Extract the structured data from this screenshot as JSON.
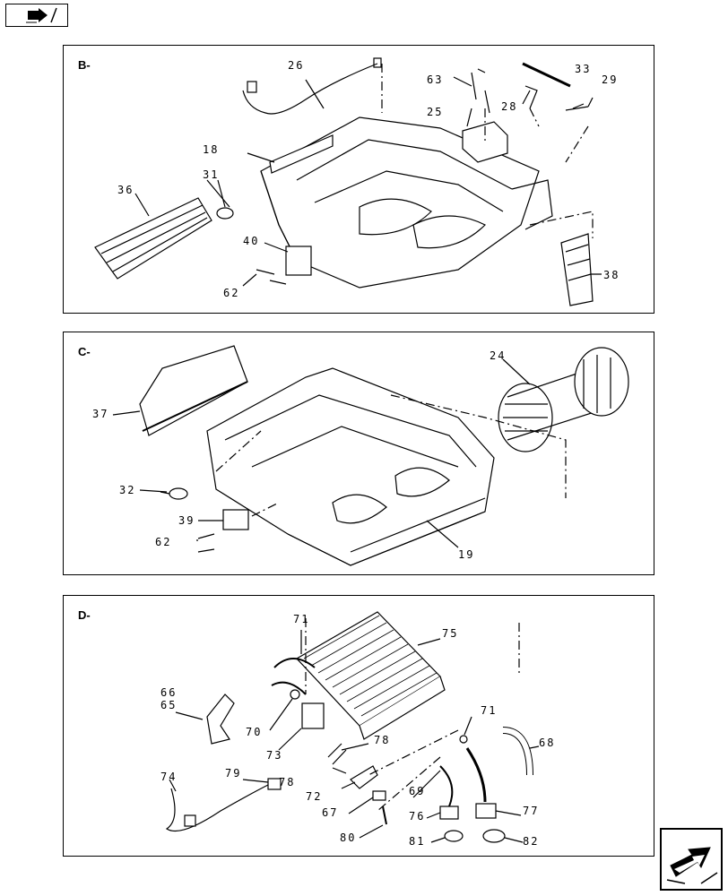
{
  "panels": {
    "b": {
      "label": "B-"
    },
    "c": {
      "label": "C-"
    },
    "d": {
      "label": "D-"
    }
  },
  "callouts": {
    "b": [
      "26",
      "63",
      "33",
      "29",
      "28",
      "25",
      "18",
      "36",
      "31",
      "40",
      "62",
      "38"
    ],
    "c": [
      "37",
      "24",
      "32",
      "39",
      "62",
      "19"
    ],
    "d": [
      "71",
      "75",
      "66",
      "65",
      "70",
      "73",
      "78",
      "71",
      "68",
      "74",
      "79",
      "78",
      "72",
      "69",
      "67",
      "76",
      "77",
      "80",
      "81",
      "82"
    ]
  },
  "icons": {
    "top": "book-arrow-icon",
    "next": "next-page-arrow-icon"
  }
}
